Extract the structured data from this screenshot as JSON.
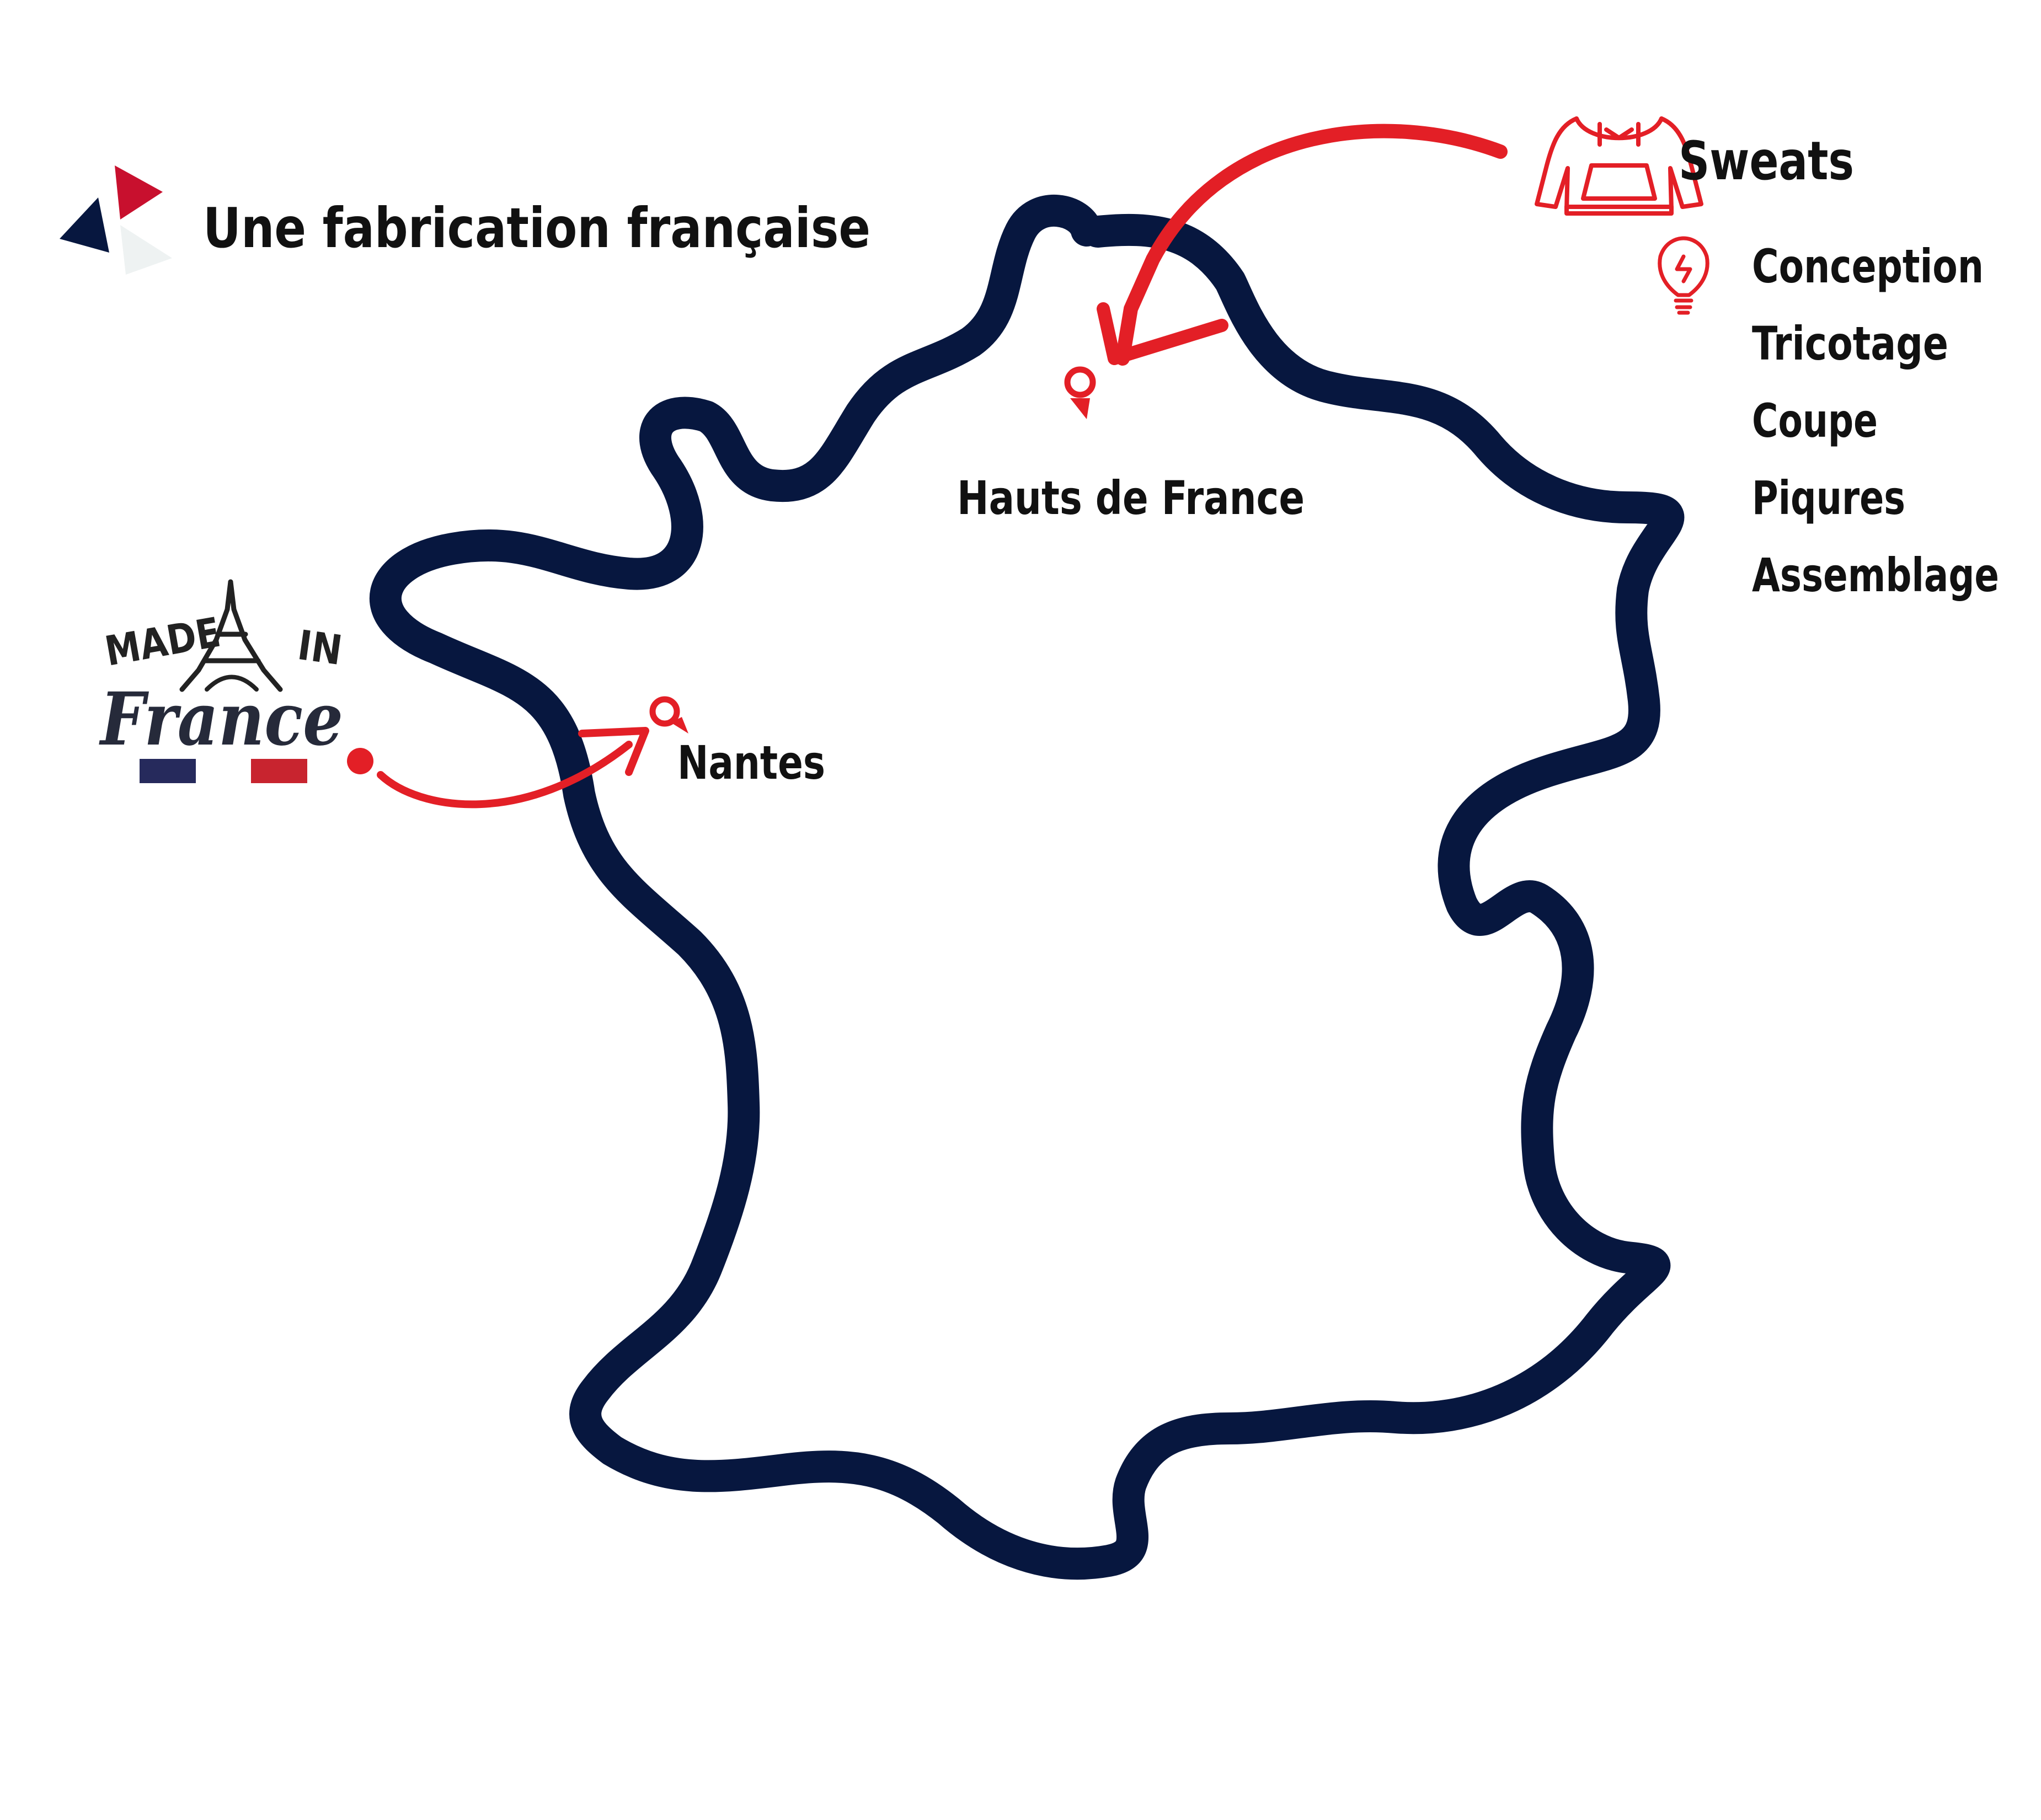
{
  "title": "Une fabrication française",
  "badge": {
    "line1_left": "MADE",
    "line1_right": "IN",
    "line2": "France"
  },
  "locations": [
    {
      "label": "Hauts de France"
    },
    {
      "label": "Nantes"
    }
  ],
  "product": {
    "name": "Sweats",
    "icon": "hoodie-icon",
    "steps_icon": "lightbulb-icon",
    "steps": [
      "Conception",
      "Tricotage",
      "Coupe",
      "Piqures",
      "Assemblage"
    ]
  },
  "colors": {
    "navy": "#07173f",
    "red": "#e31f26",
    "dark_red": "#c8102e",
    "flag_blue": "#262a5c",
    "flag_red": "#c8242f",
    "light_gray": "#eef2f2"
  }
}
